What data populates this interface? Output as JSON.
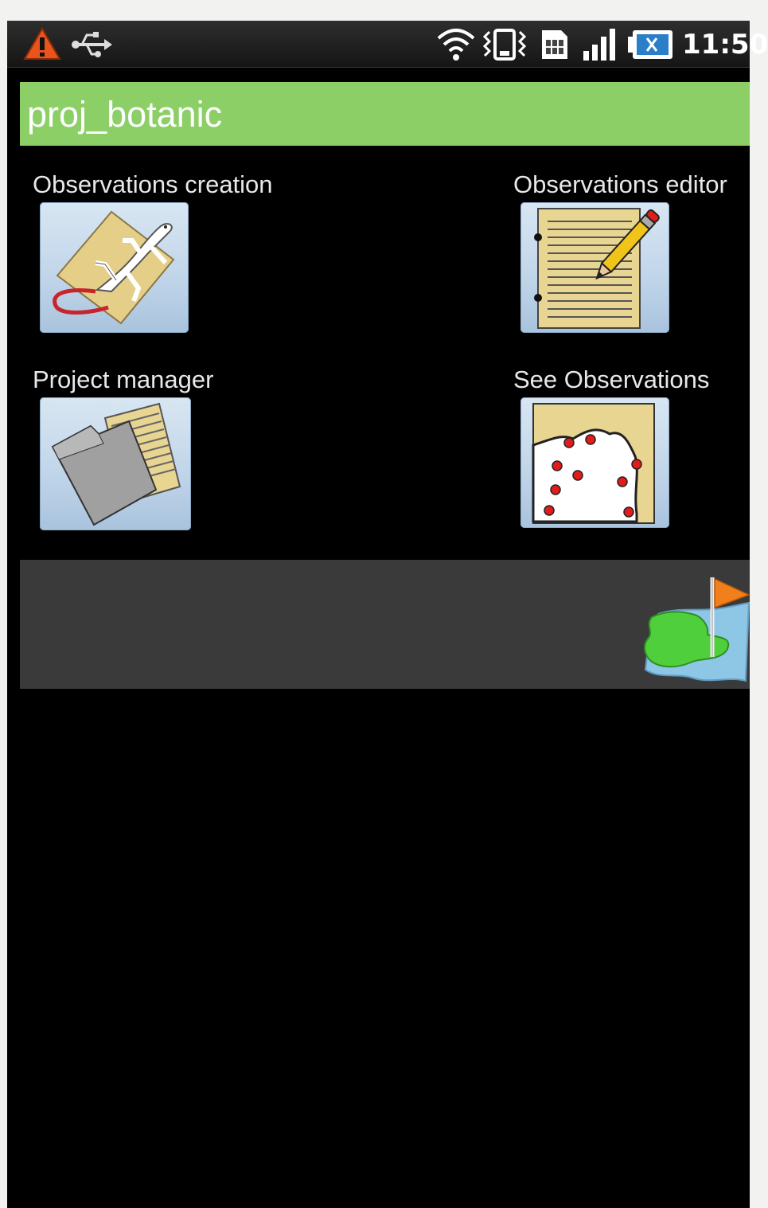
{
  "status_bar": {
    "time": "11:50",
    "icons": [
      "warning-icon",
      "usb-icon",
      "wifi-icon",
      "vibrate-icon",
      "sim-card-icon",
      "signal-icon",
      "battery-charging-icon"
    ]
  },
  "app": {
    "title": "proj_botanic",
    "accent_color": "#8bcf66"
  },
  "tiles": [
    {
      "label": "Observations creation",
      "icon": "lizard-map-icon"
    },
    {
      "label": "Observations editor",
      "icon": "notepad-pencil-icon"
    },
    {
      "label": "Project manager",
      "icon": "folder-documents-icon"
    },
    {
      "label": "See Observations",
      "icon": "observation-points-map-icon"
    }
  ],
  "bottom_bar": {
    "icon": "map-flag-icon"
  }
}
